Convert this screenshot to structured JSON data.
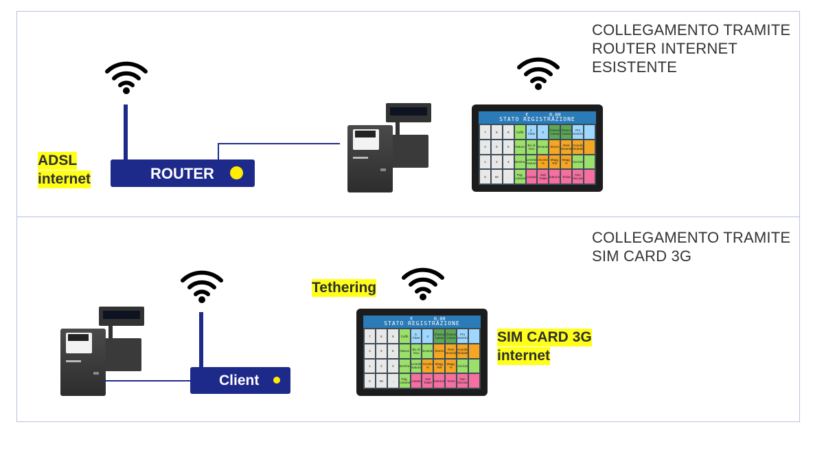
{
  "panels": {
    "top": {
      "title_lines": [
        "COLLEGAMENTO TRAMITE",
        "ROUTER INTERNET",
        "ESISTENTE"
      ],
      "label_lines": [
        "ADSL",
        "internet"
      ],
      "router_label": "ROUTER"
    },
    "bottom": {
      "title_lines": [
        "COLLEGAMENTO TRAMITE",
        "SIM CARD 3G"
      ],
      "client_label": "Client",
      "tethering_label": "Tethering",
      "sim_label_lines": [
        "SIM CARD 3G",
        "internet"
      ]
    }
  },
  "pos_screen": {
    "header_left": "€",
    "header_right": "0,00",
    "header_title": "STATO  REGISTRAZIONE",
    "cells": [
      {
        "t": "7",
        "c": "#e8e8e8"
      },
      {
        "t": "8",
        "c": "#e8e8e8"
      },
      {
        "t": "9",
        "c": "#e8e8e8"
      },
      {
        "t": "Caffè",
        "c": "#9be06a"
      },
      {
        "t": "C. Clear",
        "c": "#9fd8ff"
      },
      {
        "t": "X",
        "c": "#9fd8ff"
      },
      {
        "t": "Chiusura Cassa",
        "c": "#5da857"
      },
      {
        "t": "Chiusura Cassa",
        "c": "#5da857"
      },
      {
        "t": "Pro Generico",
        "c": "#9fd8ff"
      },
      {
        "t": "",
        "c": "#9fd8ff"
      },
      {
        "t": "4",
        "c": "#e8e8e8"
      },
      {
        "t": "5",
        "c": "#e8e8e8"
      },
      {
        "t": "6",
        "c": "#e8e8e8"
      },
      {
        "t": "Natura",
        "c": "#9be06a"
      },
      {
        "t": "Bic di Vino",
        "c": "#9be06a"
      },
      {
        "t": "Bevanda",
        "c": "#9be06a"
      },
      {
        "t": "Storno",
        "c": "#f5a623"
      },
      {
        "t": "Rest Bevande",
        "c": "#f5a623"
      },
      {
        "t": "Annullo Globale",
        "c": "#f5a623"
      },
      {
        "t": "",
        "c": "#f5a623"
      },
      {
        "t": "1",
        "c": "#e8e8e8"
      },
      {
        "t": "2",
        "c": "#e8e8e8"
      },
      {
        "t": "3",
        "c": "#e8e8e8"
      },
      {
        "t": "Bresha",
        "c": "#9be06a"
      },
      {
        "t": "Leveda Natura",
        "c": "#9be06a"
      },
      {
        "t": "Sconto %",
        "c": "#f5a623"
      },
      {
        "t": "Magg. Ref",
        "c": "#f5a623"
      },
      {
        "t": "Magg. %",
        "c": "#f5a623"
      },
      {
        "t": "Descrizione",
        "c": "#9be06a"
      },
      {
        "t": "",
        "c": "#9be06a"
      },
      {
        "t": "0",
        "c": "#e8e8e8"
      },
      {
        "t": "00",
        "c": "#e8e8e8"
      },
      {
        "t": ",",
        "c": "#e8e8e8"
      },
      {
        "t": "Pag. Contante",
        "c": "#9be06a"
      },
      {
        "t": "Contante",
        "c": "#f56fa0"
      },
      {
        "t": "Sub Totale",
        "c": "#f56fa0"
      },
      {
        "t": "Elettronico",
        "c": "#f56fa0"
      },
      {
        "t": "Ticket",
        "c": "#f56fa0"
      },
      {
        "t": "Non Riscosso",
        "c": "#f56fa0"
      },
      {
        "t": "",
        "c": "#f56fa0"
      }
    ]
  },
  "colors": {
    "device_blue": "#1e2a8a",
    "led_yellow": "#ffee00",
    "highlight": "#ffff1a"
  }
}
